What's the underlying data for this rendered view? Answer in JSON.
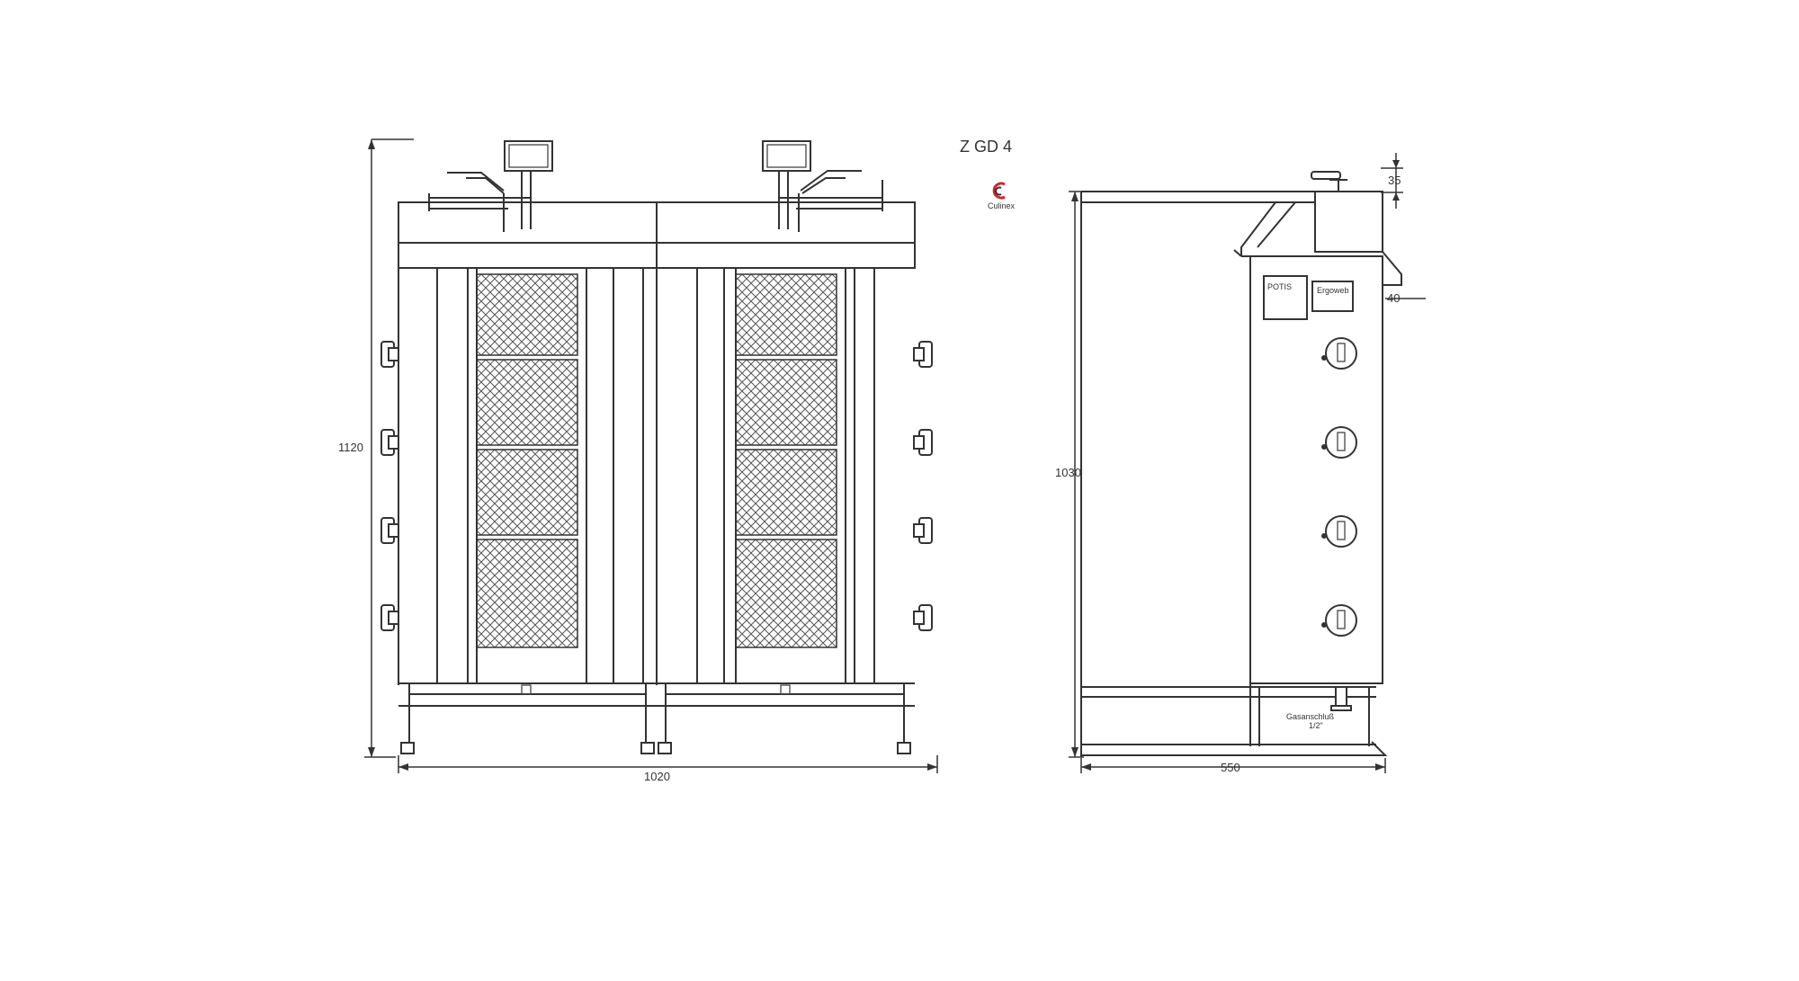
{
  "model": "Z GD 4",
  "brand_logo_text": "Culinex",
  "front_view": {
    "height_label": "1120",
    "width_label": "1020",
    "units_per_side": 2,
    "burner_levels": 4
  },
  "side_view": {
    "height_label": "1030",
    "depth_label": "550",
    "top_offset_label": "35",
    "tray_offset_label": "40",
    "plate_brand": "POTIS",
    "plate_sub": "Ergoweb",
    "gas_label": "Gasanschluß",
    "gas_size": "1/2\"",
    "knobs": 4
  },
  "colors": {
    "line": "#333333",
    "logo": "#d3232a"
  }
}
